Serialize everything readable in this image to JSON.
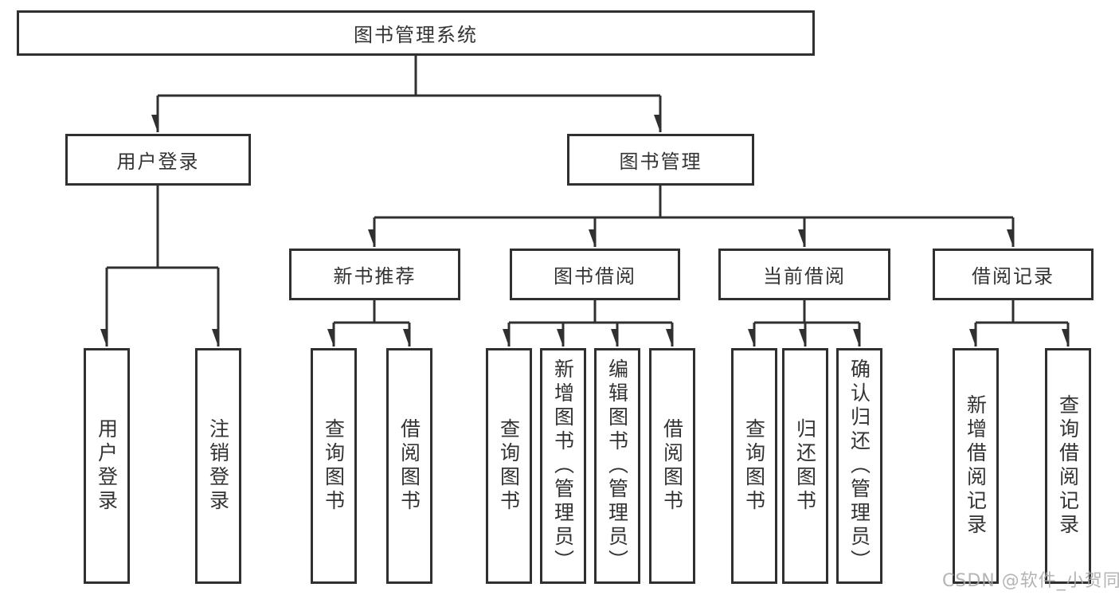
{
  "diagram": {
    "title": "图书管理系统",
    "root": {
      "label": "图书管理系统"
    },
    "branches": {
      "user_login": {
        "label": "用户登录",
        "children": [
          {
            "label": "用户登录"
          },
          {
            "label": "注销登录"
          }
        ]
      },
      "book_mgmt": {
        "label": "图书管理",
        "children": [
          {
            "label": "新书推荐",
            "children": [
              {
                "label": "查询图书"
              },
              {
                "label": "借阅图书"
              }
            ]
          },
          {
            "label": "图书借阅",
            "children": [
              {
                "label": "查询图书"
              },
              {
                "label": "新增图书（管理员）"
              },
              {
                "label": "编辑图书（管理员）"
              },
              {
                "label": "借阅图书"
              }
            ]
          },
          {
            "label": "当前借阅",
            "children": [
              {
                "label": "查询图书"
              },
              {
                "label": "归还图书"
              },
              {
                "label": "确认归还（管理员）"
              }
            ]
          },
          {
            "label": "借阅记录",
            "children": [
              {
                "label": "新增借阅记录"
              },
              {
                "label": "查询借阅记录"
              }
            ]
          }
        ]
      }
    }
  },
  "watermark": {
    "text": "CSDN @软件_小贺同学"
  },
  "colors": {
    "line": "#303030",
    "text": "#333333",
    "background": "#ffffff",
    "watermark": "#a8a8a8"
  }
}
